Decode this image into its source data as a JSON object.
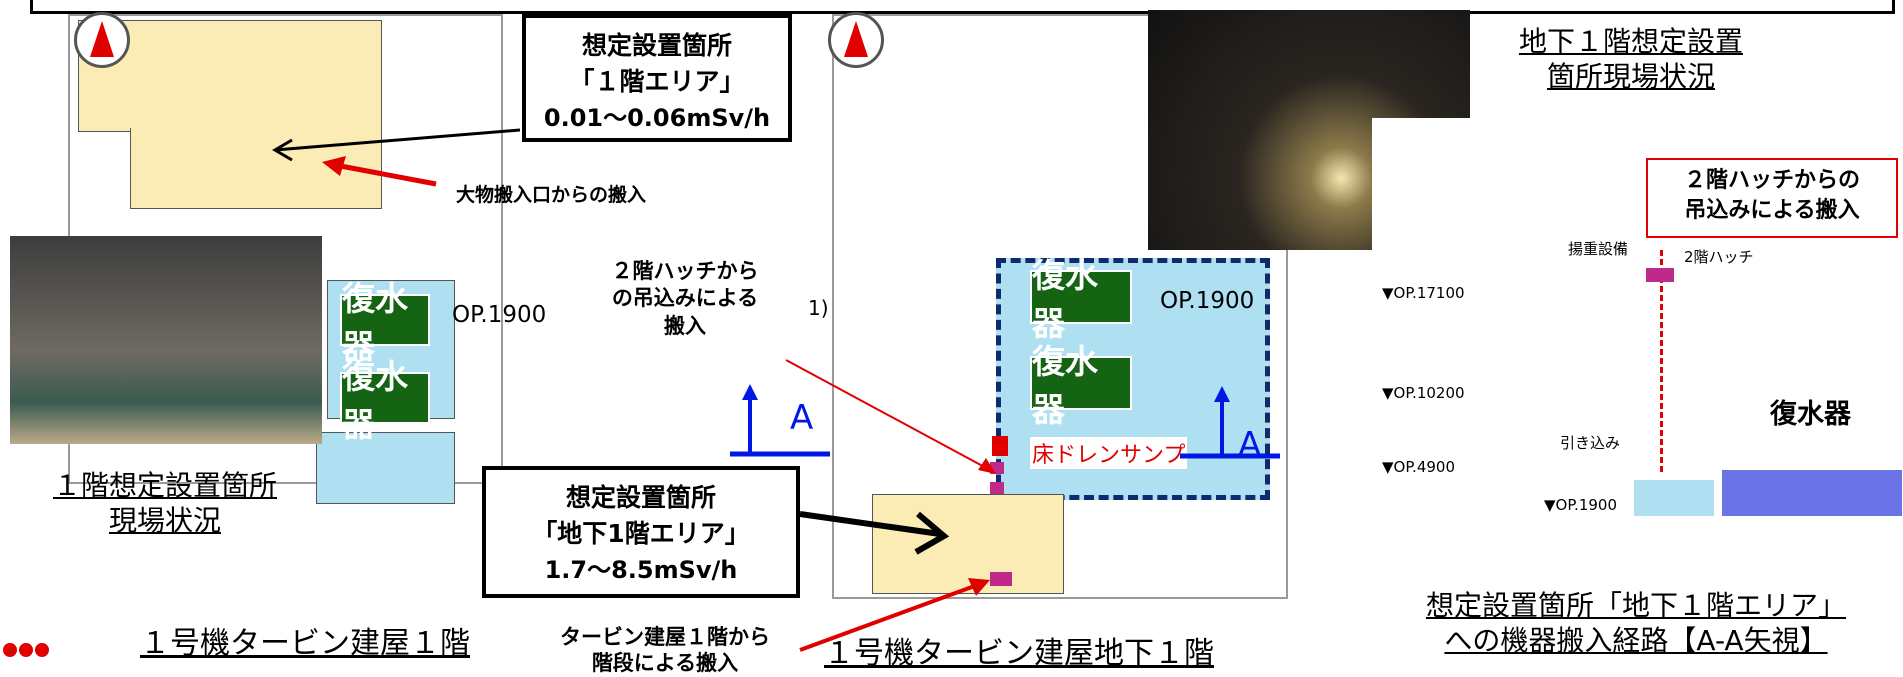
{
  "colors": {
    "condenser": "#146414",
    "red": "#e00000",
    "blue": "#0018e6",
    "cyan": "#aee0f2",
    "yellow": "#fbebb4",
    "magenta": "#c0288a"
  },
  "icons": {
    "north_arrow": "north-arrow-icon",
    "ellipsis": "red-dots-icon"
  },
  "left_plan": {
    "callout_title": "想定設置箇所",
    "callout_area": "「１階エリア」",
    "callout_dose": "0.01～0.06mSv/h",
    "entry_label": "大物搬入口からの搬入",
    "condenser1": "復水器",
    "condenser2": "復水器",
    "op_label": "OP.1900",
    "photo_caption_line1": "１階想定設置箇所",
    "photo_caption_line2": "現場状況",
    "caption": "１号機タービン建屋１階"
  },
  "middle": {
    "hatch_label_l1": "２階ハッチから",
    "hatch_label_l2": "の吊込みによる",
    "hatch_label_l3": "搬入",
    "a_left": "A",
    "a_right": "A",
    "callout_title": "想定設置箇所",
    "callout_area": "「地下1階エリア」",
    "callout_dose": "1.7～8.5mSv/h",
    "stairs_label_l1": "タービン建屋１階から",
    "stairs_label_l2": "階段による搬入",
    "fragment": "1)"
  },
  "basement_plan": {
    "condenser1": "復水器",
    "condenser2": "復水器",
    "op_label": "OP.1900",
    "drain_sump": "床ドレンサンプ",
    "caption": "１号機タービン建屋地下１階"
  },
  "right": {
    "photo_caption_line1": "地下１階想定設置",
    "photo_caption_line2": "箇所現場状況",
    "hatch_box_l1": "２階ハッチからの",
    "hatch_box_l2": "吊込みによる搬入",
    "lifting_equipment": "揚重設備",
    "hatch_small": "2階ハッチ",
    "op17100": "▼OP.17100",
    "op10200": "▼OP.10200",
    "op4900": "▼OP.4900",
    "op1900": "▼OP.1900",
    "pull_in": "引き込み",
    "condenser": "復水器",
    "caption_line1": "想定設置箇所「地下１階エリア」",
    "caption_line2": "への機器搬入経路【A-A矢視】"
  }
}
